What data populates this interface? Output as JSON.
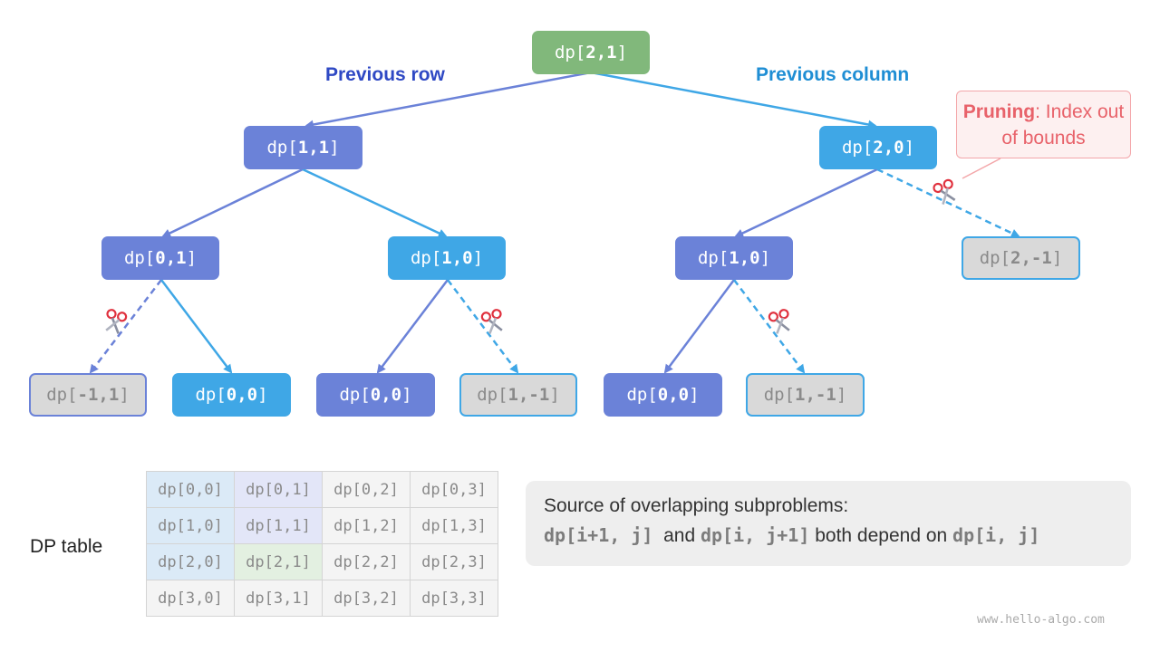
{
  "labels": {
    "previous_row": "Previous row",
    "previous_column": "Previous column",
    "dp_table": "DP table",
    "watermark": "www.hello-algo.com"
  },
  "colors": {
    "root": "#81b87b",
    "row": "#6b82d8",
    "column": "#3fa7e6",
    "pruned_fill": "#d9d9d9",
    "prune_note": "#e8626a"
  },
  "note": {
    "bold": "Pruning",
    "rest": ": Index out of bounds"
  },
  "tree": {
    "root": {
      "pre": "dp[",
      "idx": "2,1",
      "post": "]"
    },
    "l1_row": {
      "pre": "dp[",
      "idx": "1,1",
      "post": "]"
    },
    "l1_col": {
      "pre": "dp[",
      "idx": "2,0",
      "post": "]"
    },
    "l2_a": {
      "pre": "dp[",
      "idx": "0,1",
      "post": "]"
    },
    "l2_b": {
      "pre": "dp[",
      "idx": "1,0",
      "post": "]"
    },
    "l2_c": {
      "pre": "dp[",
      "idx": "1,0",
      "post": "]"
    },
    "l2_d": {
      "pre": "dp[",
      "idx": "2,-1",
      "post": "]"
    },
    "l3_a": {
      "pre": "dp[",
      "idx": "-1,1",
      "post": "]"
    },
    "l3_b": {
      "pre": "dp[",
      "idx": "0,0",
      "post": "]"
    },
    "l3_c": {
      "pre": "dp[",
      "idx": "0,0",
      "post": "]"
    },
    "l3_d": {
      "pre": "dp[",
      "idx": "1,-1",
      "post": "]"
    },
    "l3_e": {
      "pre": "dp[",
      "idx": "0,0",
      "post": "]"
    },
    "l3_f": {
      "pre": "dp[",
      "idx": "1,-1",
      "post": "]"
    }
  },
  "dp_table": [
    [
      "dp[0,0]",
      "dp[0,1]",
      "dp[0,2]",
      "dp[0,3]"
    ],
    [
      "dp[1,0]",
      "dp[1,1]",
      "dp[1,2]",
      "dp[1,3]"
    ],
    [
      "dp[2,0]",
      "dp[2,1]",
      "dp[2,2]",
      "dp[2,3]"
    ],
    [
      "dp[3,0]",
      "dp[3,1]",
      "dp[3,2]",
      "dp[3,3]"
    ]
  ],
  "info": {
    "line1": "Source of overlapping subproblems:",
    "expr1": "dp[i+1, j]",
    "and": "  and ",
    "expr2": "dp[i, j+1]",
    "mid": " both depend on ",
    "expr3": "dp[i, j]"
  }
}
